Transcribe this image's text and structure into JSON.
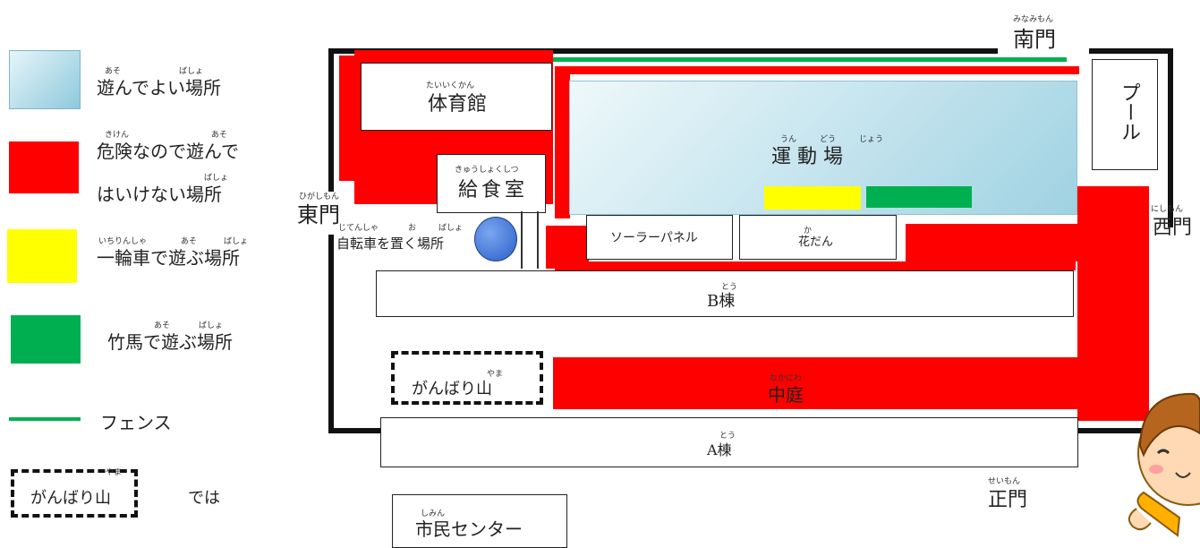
{
  "legend": {
    "safe": {
      "text": "遊んでよい場所",
      "furigana": [
        "あそ",
        "ばしょ"
      ]
    },
    "danger": {
      "text_line1": "危険なので遊んで",
      "text_line2": "はいけない場所",
      "furigana1": [
        "きけん",
        "あそ"
      ],
      "furigana2": "ばしょ"
    },
    "unicycle": {
      "text": "一輪車で遊ぶ場所",
      "furigana": [
        "いちりんしゃ",
        "あそ",
        "ばしょ"
      ]
    },
    "stilts": {
      "text": "竹馬で遊ぶ場所",
      "furigana": [
        "あそ",
        "ばしょ"
      ]
    },
    "fence": {
      "text": "フェンス"
    },
    "ganbari": {
      "box_text": "がんばり山",
      "furigana": "やま",
      "suffix": "では"
    }
  },
  "map": {
    "gym": {
      "text": "体育館",
      "furigana": "たいいくかん"
    },
    "kitchen": {
      "text": "給食室",
      "furigana": "きゅうしょくしつ"
    },
    "field": {
      "text": "運 動 場",
      "furigana": [
        "うん",
        "どう",
        "じょう"
      ]
    },
    "pool": {
      "text": "プール"
    },
    "solar": {
      "text": "ソーラーパネル"
    },
    "flowerbed": {
      "text": "花だん",
      "furigana": "か"
    },
    "b_building": {
      "text": "B棟",
      "furigana": "とう"
    },
    "a_building": {
      "text": "A棟",
      "furigana": "とう"
    },
    "courtyard": {
      "text": "中庭",
      "furigana": "なかにわ"
    },
    "ganbari": {
      "text": "がんばり山",
      "furigana": "やま"
    },
    "bike_area": {
      "text": "自転車を置く場所",
      "furigana": [
        "じてんしゃ",
        "お",
        "ばしょ"
      ]
    },
    "civic_center": {
      "text": "市民センター",
      "furigana": "しみん"
    },
    "gates": {
      "south": {
        "text": "南門",
        "furigana": "みなみもん"
      },
      "east": {
        "text": "東門",
        "furigana": "ひがしもん"
      },
      "west": {
        "text": "西門",
        "furigana": "にしもん"
      },
      "main": {
        "text": "正門",
        "furigana": "せいもん"
      }
    }
  },
  "colors": {
    "safe": "#a8d8e6",
    "danger": "#ff0000",
    "unicycle": "#ffff00",
    "stilts": "#00b050",
    "fence": "#00b050"
  }
}
